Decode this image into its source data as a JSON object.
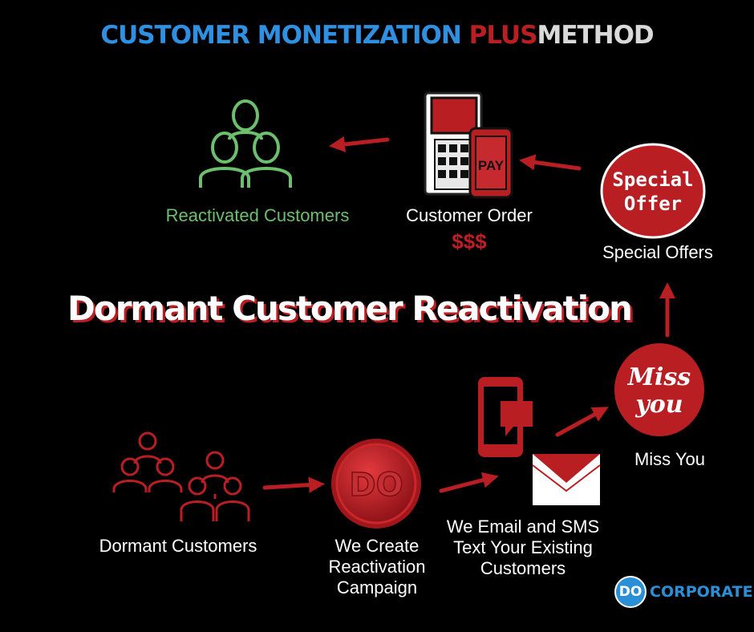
{
  "title": {
    "part1": "CUSTOMER MONETIZATION",
    "part2": "PLUS",
    "part3": "METHOD"
  },
  "heading": "Dormant Customer Reactivation",
  "nodes": {
    "reactivated": {
      "label": "Reactivated Customers",
      "icon": "group-people-icon"
    },
    "order": {
      "label": "Customer Order",
      "amount": "$$$",
      "icon": "pos-terminal-icon",
      "icon_text": "PAY"
    },
    "special": {
      "label": "Special Offers",
      "icon": "special-offer-badge-icon",
      "badge_line1": "Special",
      "badge_line2": "Offer"
    },
    "missyou": {
      "label": "Miss You",
      "icon": "miss-you-badge-icon",
      "badge_line1": "Miss",
      "badge_line2": "you"
    },
    "dormant": {
      "label": "Dormant Customers",
      "icon": "crowd-people-icon"
    },
    "campaign": {
      "label_lines": [
        "We Create",
        "Reactivation",
        "Campaign"
      ],
      "icon": "do-button-icon",
      "icon_text": "DO"
    },
    "email": {
      "label_lines": [
        "We Email and SMS",
        "Text Your Existing",
        "Customers"
      ],
      "icon": "phone-and-envelope-icon"
    }
  },
  "logo": {
    "mark": "DO",
    "word": "CORPORATE"
  },
  "colors": {
    "red": "#b81e22",
    "green": "#6cbf6c",
    "blue": "#2f8fe0",
    "white": "#ffffff",
    "background": "#000000"
  }
}
